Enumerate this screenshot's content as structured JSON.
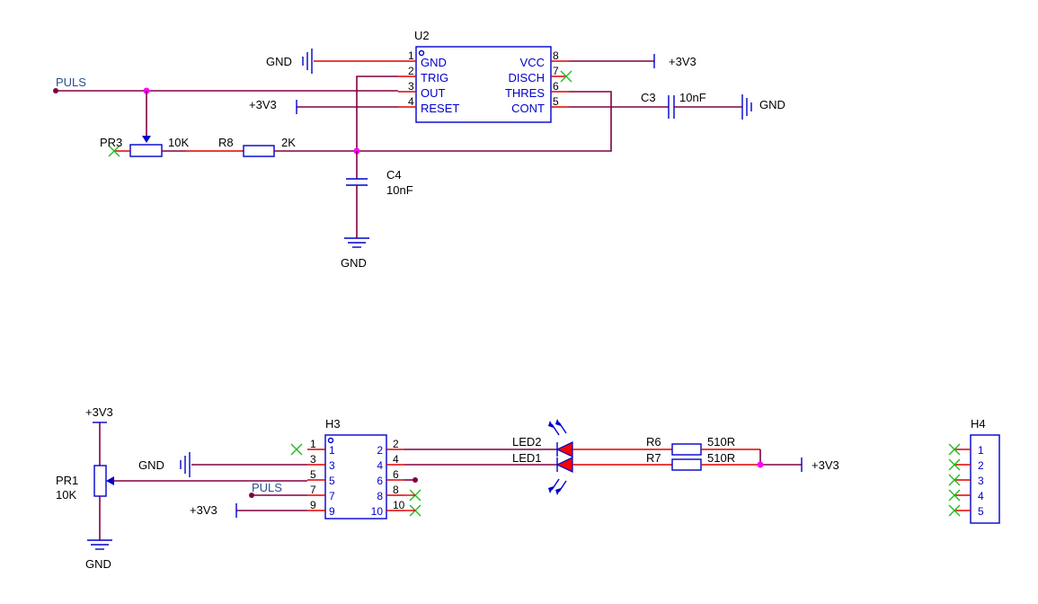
{
  "u2": {
    "ref": "U2",
    "pins": [
      {
        "num": "1",
        "name": "GND"
      },
      {
        "num": "2",
        "name": "TRIG"
      },
      {
        "num": "3",
        "name": "OUT"
      },
      {
        "num": "4",
        "name": "RESET"
      },
      {
        "num": "8",
        "name": "VCC"
      },
      {
        "num": "7",
        "name": "DISCH"
      },
      {
        "num": "6",
        "name": "THRES"
      },
      {
        "num": "5",
        "name": "CONT"
      }
    ]
  },
  "pr3": {
    "ref": "PR3",
    "value": "10K"
  },
  "r8": {
    "ref": "R8",
    "value": "2K"
  },
  "c4": {
    "ref": "C4",
    "value": "10nF"
  },
  "c3": {
    "ref": "C3",
    "value": "10nF"
  },
  "pr1": {
    "ref": "PR1",
    "value": "10K"
  },
  "h3": {
    "ref": "H3",
    "left_pins": [
      "1",
      "3",
      "5",
      "7",
      "9"
    ],
    "right_pins": [
      "2",
      "4",
      "6",
      "8",
      "10"
    ]
  },
  "h4": {
    "ref": "H4",
    "pins": [
      "1",
      "2",
      "3",
      "4",
      "5"
    ]
  },
  "led2": {
    "ref": "LED2"
  },
  "led1": {
    "ref": "LED1"
  },
  "r6": {
    "ref": "R6",
    "value": "510R"
  },
  "r7": {
    "ref": "R7",
    "value": "510R"
  },
  "nets": {
    "gnd": "GND",
    "v33": "+3V3",
    "puls": "PULS"
  },
  "colors": {
    "wire": "#800040",
    "pin": "#e00000",
    "component": "#0000cc",
    "junction": "#ff00ff",
    "no_connect": "#22bb22"
  }
}
